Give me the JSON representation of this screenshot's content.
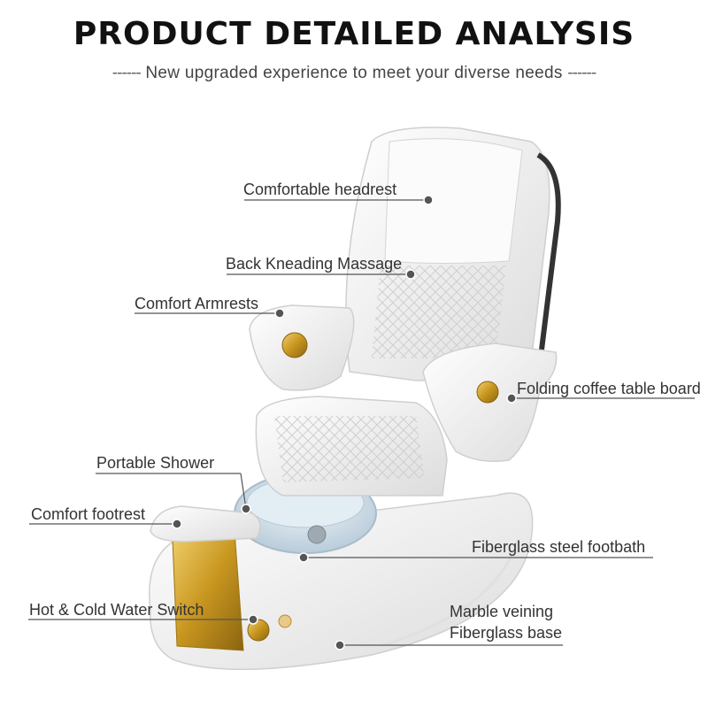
{
  "header": {
    "title": "PRODUCT DETAILED ANALYSIS",
    "subtitle_dashes_left": "------",
    "subtitle": "New upgraded experience to meet your diverse needs",
    "subtitle_dashes_right": "------"
  },
  "features": {
    "headrest": "Comfortable headrest",
    "back_massage": "Back Kneading Massage",
    "armrests": "Comfort Armrests",
    "coffee_table": "Folding coffee table board",
    "shower": "Portable Shower",
    "footrest": "Comfort footrest",
    "footbath": "Fiberglass steel footbath",
    "water_switch": "Hot & Cold Water Switch",
    "base_line1": "Marble veining",
    "base_line2": "Fiberglass base"
  },
  "colors": {
    "chair_white": "#f4f4f4",
    "gold_accent": "#d4a02a",
    "glass_basin": "#c9d9e6",
    "label_line": "#555555"
  }
}
